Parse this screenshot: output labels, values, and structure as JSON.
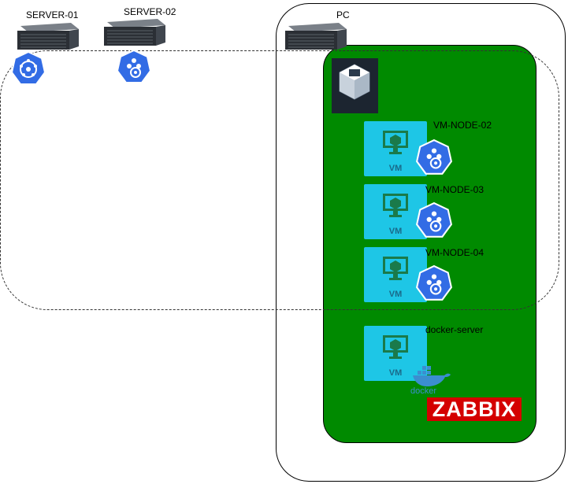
{
  "nodes": {
    "server1": {
      "label": "SERVER-01"
    },
    "server2": {
      "label": "SERVER-02"
    },
    "pc": {
      "label": "PC"
    },
    "vm_node_02": {
      "label": "VM-NODE-02",
      "tile_text": "VM"
    },
    "vm_node_03": {
      "label": "VM-NODE-03",
      "tile_text": "VM"
    },
    "vm_node_04": {
      "label": "VM-NODE-04",
      "tile_text": "VM"
    },
    "docker_server": {
      "label": "docker-server",
      "tile_text": "VM"
    }
  },
  "logos": {
    "virtualbox": "virtualbox-logo",
    "docker": {
      "wordmark": "docker"
    },
    "zabbix": {
      "wordmark": "ZABBIX"
    }
  },
  "colors": {
    "green_area": "#008a00",
    "vm_tile": "#1ec6e6",
    "kubernetes_blue": "#326ce5",
    "zabbix_red": "#d40000"
  }
}
